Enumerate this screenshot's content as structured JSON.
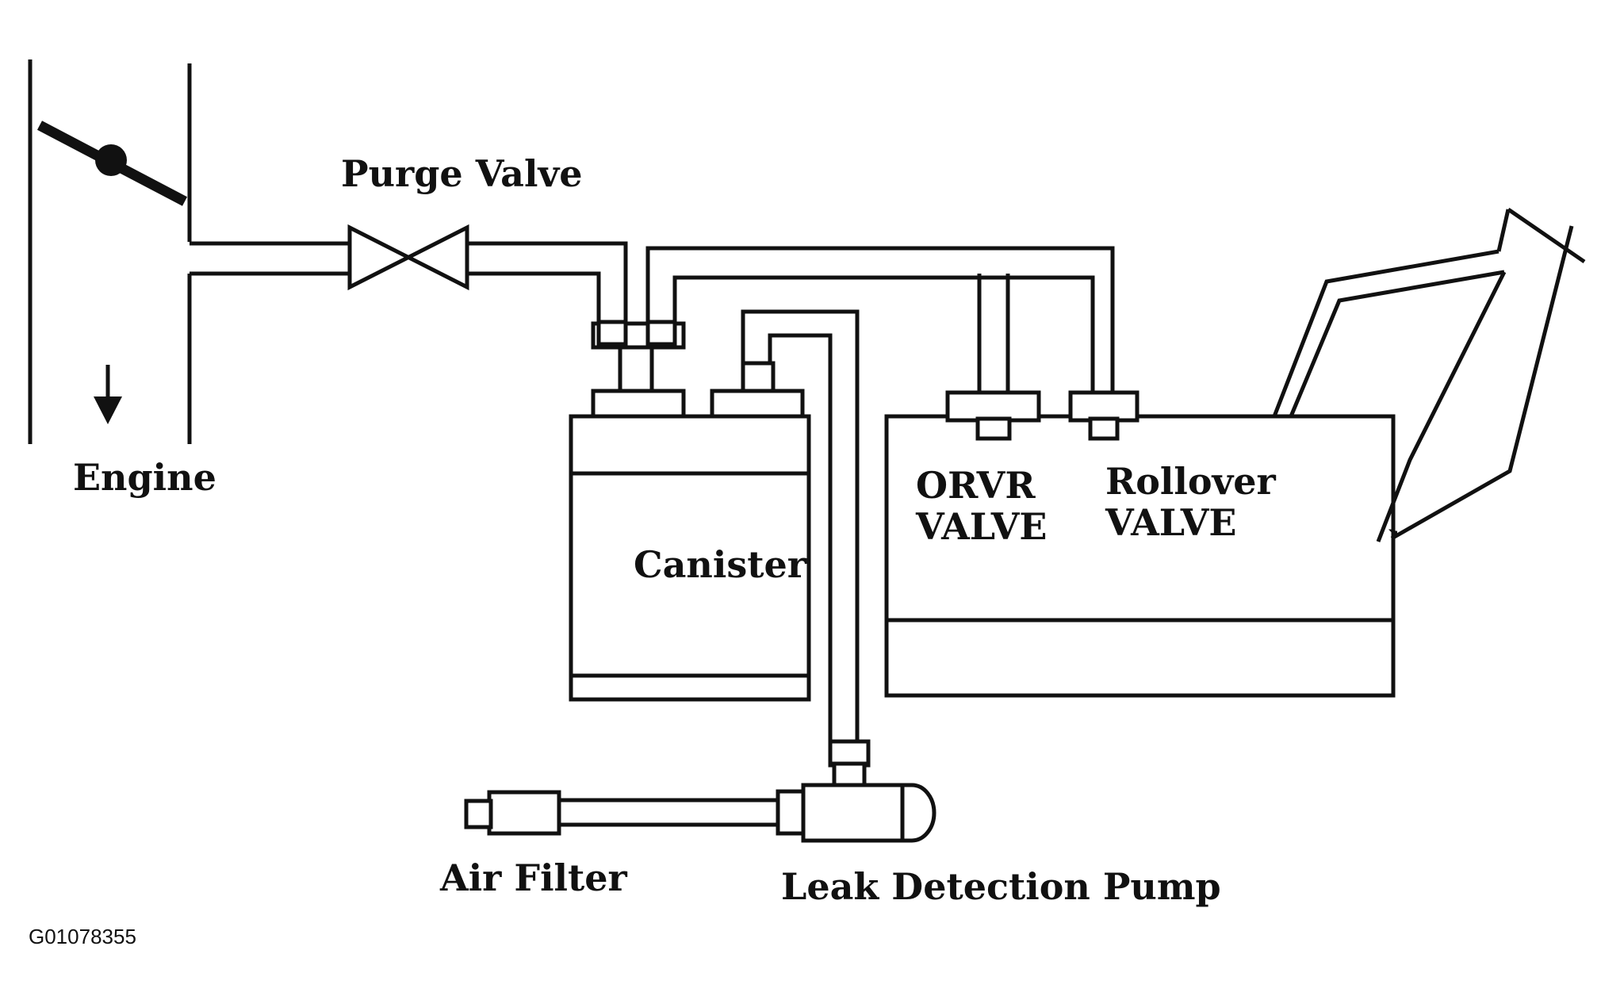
{
  "labels": {
    "purge_valve": "Purge Valve",
    "engine": "Engine",
    "canister": "Canister",
    "orvr_line1": "ORVR",
    "orvr_line2": "VALVE",
    "rollover_line1": "Rollover",
    "rollover_line2": "VALVE",
    "air_filter": "Air Filter",
    "leak_detection_pump": "Leak Detection Pump",
    "figure_code": "G01078355"
  },
  "colors": {
    "line": "#111111",
    "background": "#ffffff"
  }
}
